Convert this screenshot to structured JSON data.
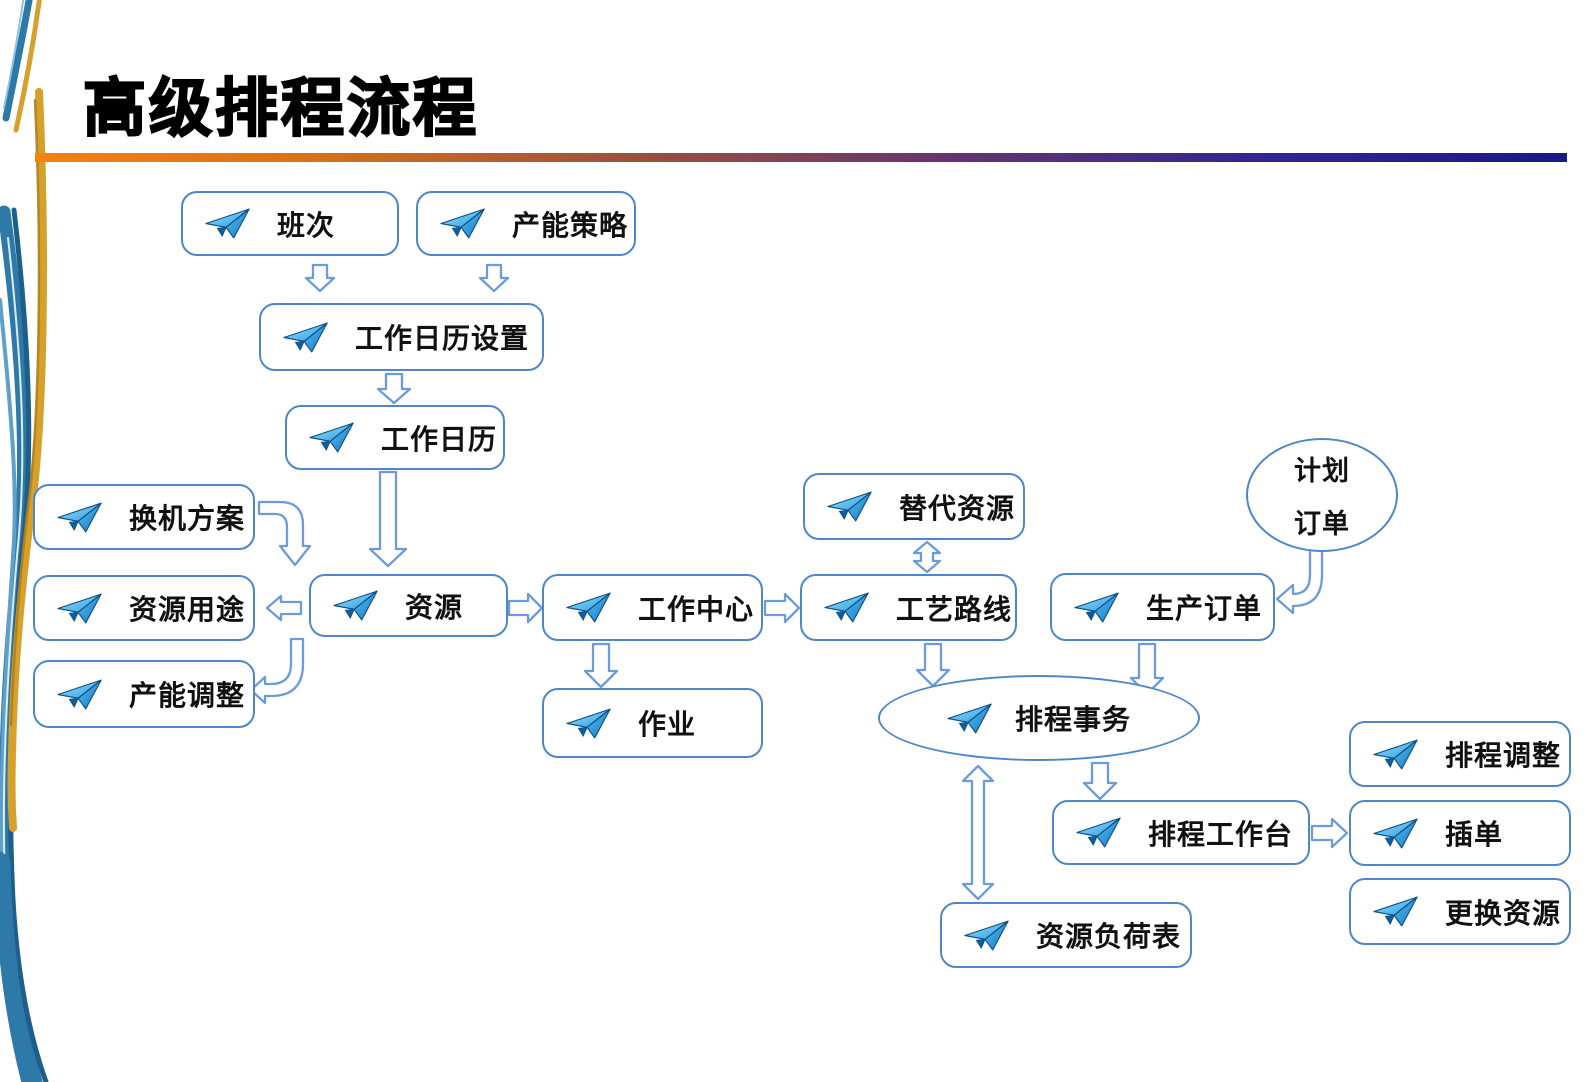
{
  "slide": {
    "title": "高级排程流程"
  },
  "nodes": {
    "shift": {
      "label": "班次"
    },
    "capacity_strategy": {
      "label": "产能策略"
    },
    "work_calendar_setup": {
      "label": "工作日历设置"
    },
    "work_calendar": {
      "label": "工作日历"
    },
    "changeover_plan": {
      "label": "换机方案"
    },
    "resource_usage": {
      "label": "资源用途"
    },
    "capacity_adjustment": {
      "label": "产能调整"
    },
    "resource": {
      "label": "资源"
    },
    "work_center": {
      "label": "工作中心"
    },
    "operation": {
      "label": "作业"
    },
    "alternative_resource": {
      "label": "替代资源"
    },
    "routing": {
      "label": "工艺路线"
    },
    "production_order": {
      "label": "生产订单"
    },
    "planned_order": {
      "label_line1": "计划",
      "label_line2": "订单"
    },
    "scheduling_transaction": {
      "label": "排程事务"
    },
    "scheduling_adjustment": {
      "label": "排程调整"
    },
    "scheduling_workbench": {
      "label": "排程工作台"
    },
    "insert_order": {
      "label": "插单"
    },
    "replace_resource": {
      "label": "更换资源"
    },
    "resource_load_report": {
      "label": "资源负荷表"
    }
  },
  "icons": {
    "node_icon": "paper-plane-icon"
  },
  "colors": {
    "box_border": "#4E86C8",
    "arrow_outline": "#6D9BD9",
    "title_text": "#000000",
    "rule_gradient_start": "#F5820B",
    "rule_gradient_end": "#191984",
    "swoosh_blue": "#2D79A8",
    "swoosh_gold": "#D6A02C"
  }
}
